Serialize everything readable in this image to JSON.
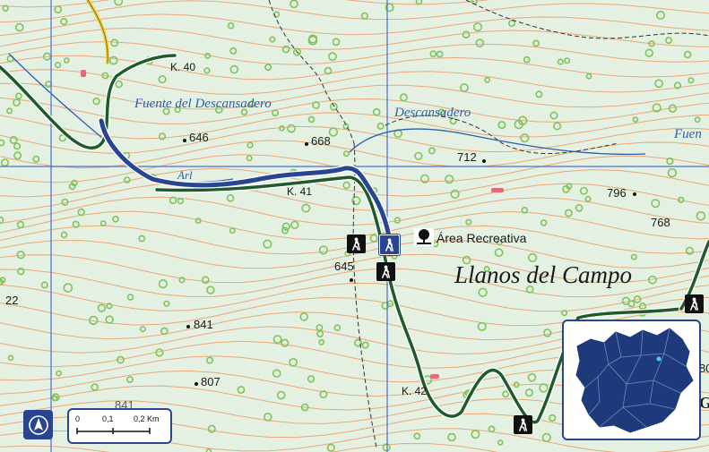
{
  "map": {
    "water_labels": {
      "fuente": "Fuente del Descansadero",
      "descansadero": "Descansadero",
      "fuente_clipped": "Fuen",
      "arroyo_clipped": "Arl"
    },
    "spot_heights": {
      "h646": "646",
      "h668": "668",
      "h712": "712",
      "h796": "796",
      "h768": "768",
      "h645": "645",
      "h841": "841",
      "h807": "807",
      "h841b": "841",
      "h22": "22",
      "h80": "80"
    },
    "km_markers": {
      "k40": "K. 40",
      "k41": "K. 41",
      "k42": "K. 42"
    },
    "place_name": "Llanos del Campo",
    "poi_label": "Área Recreativa",
    "clipped_right_letters": "Gr",
    "scale_bar": {
      "t0": "0",
      "t1": "0,1",
      "t2": "0,2 Km"
    },
    "icons": [
      "picnic-tree-icon",
      "hiker-icon",
      "north-arrow-icon"
    ],
    "colors": {
      "background": "#e4f0e2",
      "contour": "#e9a778",
      "trail": "#2a4590",
      "road": "#1f5a2a",
      "water": "#2d5fb0",
      "grid": "#4a6fd0",
      "trees": "#7fc35a"
    }
  }
}
